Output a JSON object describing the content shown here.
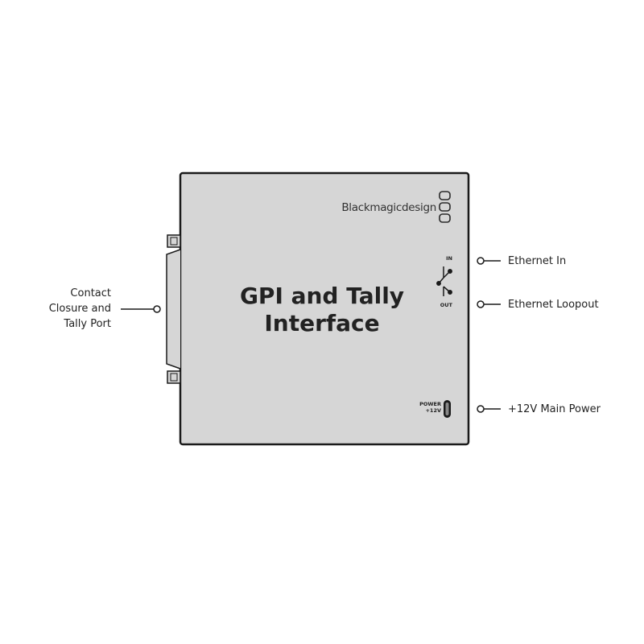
{
  "device": {
    "title_line1": "GPI and Tally",
    "title_line2": "Interface",
    "brand": "Blackmagicdesign",
    "port_in_label": "IN",
    "port_out_label": "OUT",
    "power_label_line1": "POWER",
    "power_label_line2": "+12V"
  },
  "callouts": {
    "contact_port": [
      "Contact",
      "Closure and",
      "Tally Port"
    ],
    "ethernet_in": "Ethernet In",
    "ethernet_loopout": "Ethernet Loopout",
    "main_power": "+12V Main Power"
  },
  "colors": {
    "device_body": "#d6d6d6",
    "outline": "#1a1a1a",
    "text": "#222222"
  }
}
